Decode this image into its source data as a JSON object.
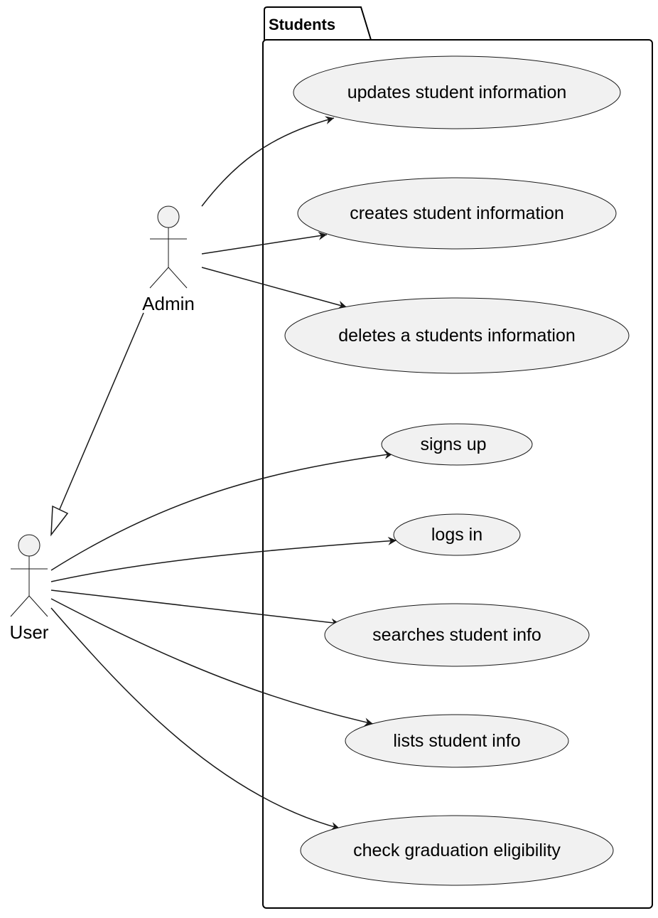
{
  "package": {
    "title": "Students"
  },
  "actors": {
    "admin": {
      "name": "Admin"
    },
    "user": {
      "name": "User"
    }
  },
  "use_cases": {
    "updates": "updates student information",
    "creates": "creates student information",
    "deletes": "deletes a students information",
    "signs_up": "signs up",
    "logs_in": "logs in",
    "searches": "searches student info",
    "lists": "lists student info",
    "graduation": "check graduation eligibility"
  },
  "colors": {
    "usecase_fill": "#f1f1f1",
    "actor_fill": "#f1f1f1",
    "stroke": "#181818"
  }
}
